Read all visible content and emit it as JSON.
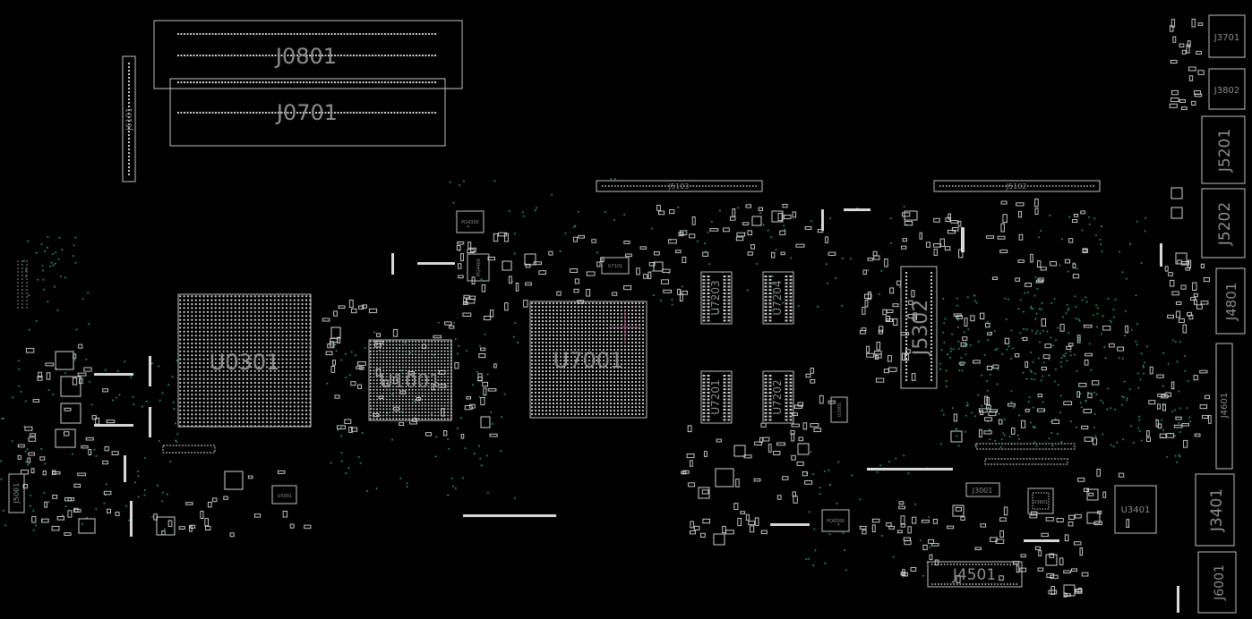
{
  "board": {
    "background": "#000000",
    "outline_color": "#bfbfbf",
    "label_color": "#8c8c8c",
    "via_color": "#1f8f6a",
    "marker_color": "#a0527a"
  },
  "components": {
    "J0801": "J0801",
    "J0701": "J0701",
    "J6101": "J6101",
    "J3701": "J3701",
    "J3802": "J3802",
    "J5201": "J5201",
    "J5202": "J5202",
    "J4801": "J4801",
    "J4601": "J4601",
    "J3401": "J3401",
    "J6001": "J6001",
    "J5103": "J5103",
    "J5102": "J5102",
    "U0301": "U0301",
    "U1001": "U1001",
    "U7001": "U7001",
    "U7203": "U7203",
    "U7204": "U7204",
    "U7201": "U7201",
    "U7202": "U7202",
    "J5302": "J5302",
    "J4501": "J4501",
    "J3001": "J3001",
    "U3401": "U3401",
    "U3801": "U3801",
    "J5001": "J5001",
    "U5001": "U5001",
    "PQ4300": "PQ4300",
    "PQ6500": "PQ6500",
    "U7101": "U7101",
    "PQ4400": "PQ4400",
    "U2001": "U2001"
  }
}
